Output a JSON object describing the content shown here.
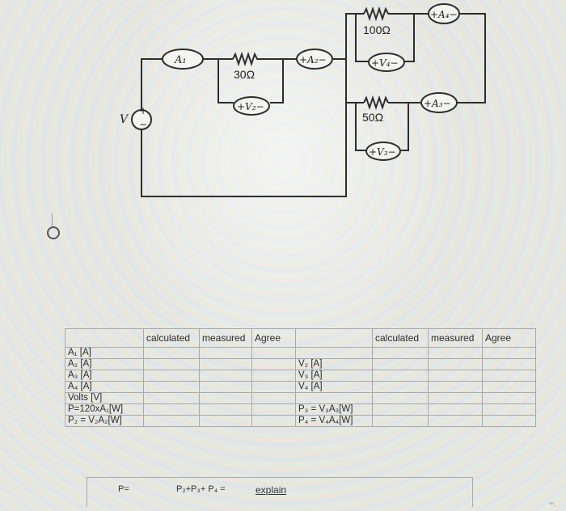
{
  "circuit": {
    "source_label": "V",
    "plus_sign": "+",
    "minus_sign": "−",
    "ammeters": [
      "A₁",
      "+A₂−",
      "+A₃−",
      "+A₄−"
    ],
    "voltmeters": [
      "+V₂−",
      "+V₃−",
      "+V₄−"
    ],
    "resistors": [
      "30Ω",
      "50Ω",
      "100Ω"
    ]
  },
  "table": {
    "left_header": {
      "calculated": "calculated",
      "measured": "measured",
      "agree": "Agree"
    },
    "right_header": {
      "calculated": "calculated",
      "measured": "measured",
      "agree": "Agree"
    },
    "left_rows": [
      "A₁ [A]",
      "A₂ [A]",
      "A₃ [A]",
      "A₄ [A]",
      "Volts [V]",
      "P=120xA₁[W]",
      "P₂ = V₂A₂[W]"
    ],
    "right_rows": [
      "",
      "V₂ [A]",
      "V₃ [A]",
      "V₄ [A]",
      "",
      "P₃ = V₃A₃[W]",
      "P₄ = V₄A₄[W]"
    ]
  },
  "bottom": {
    "p_label": "P=",
    "sum_label": "P₂+P₃+ P₄ =",
    "explain": "explain"
  },
  "corner_text": "″″·"
}
